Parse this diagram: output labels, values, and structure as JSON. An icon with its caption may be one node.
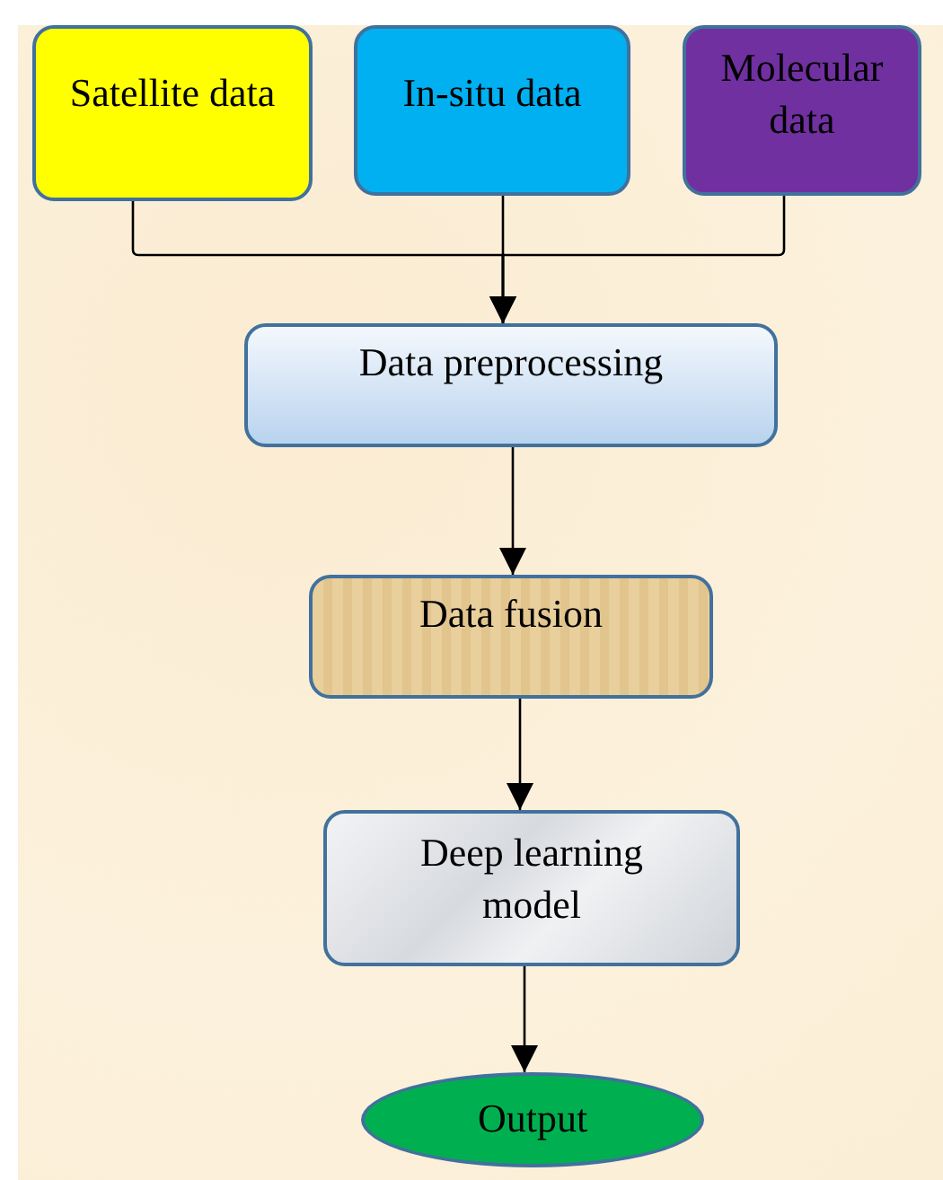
{
  "diagram": {
    "nodes": [
      {
        "text": [
          "Satellite data"
        ]
      },
      {
        "text": [
          "In-situ data"
        ]
      },
      {
        "text": [
          "Molecular data"
        ]
      },
      {
        "text": [
          "Data preprocessing"
        ]
      },
      {
        "text": [
          "Data fusion"
        ]
      },
      {
        "text": [
          "Deep learning model"
        ]
      },
      {
        "text": [
          "Output"
        ]
      }
    ],
    "edges": [
      {
        "from": 0,
        "to": 3,
        "arrow": "to"
      },
      {
        "from": 1,
        "to": 3,
        "arrow": "to"
      },
      {
        "from": 2,
        "to": 3,
        "arrow": "to"
      },
      {
        "from": 3,
        "to": 4,
        "arrow": "to"
      },
      {
        "from": 4,
        "to": 5,
        "arrow": "to"
      },
      {
        "from": 5,
        "to": 6,
        "arrow": "to"
      }
    ]
  }
}
